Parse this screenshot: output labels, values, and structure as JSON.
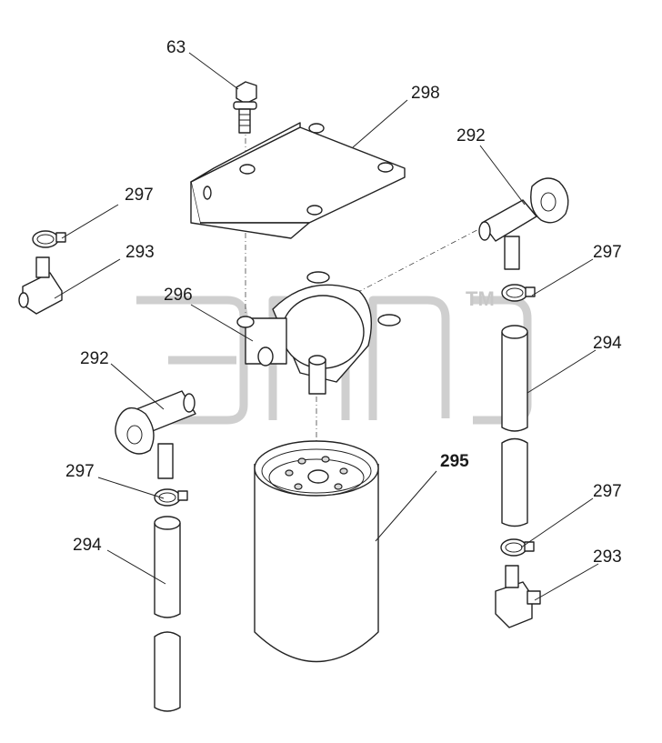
{
  "diagram": {
    "callouts": [
      {
        "id": "63",
        "label": "63"
      },
      {
        "id": "298",
        "label": "298"
      },
      {
        "id": "292a",
        "label": "292"
      },
      {
        "id": "297a",
        "label": "297"
      },
      {
        "id": "293a",
        "label": "293"
      },
      {
        "id": "296",
        "label": "296"
      },
      {
        "id": "297b",
        "label": "297"
      },
      {
        "id": "294a",
        "label": "294"
      },
      {
        "id": "292b",
        "label": "292"
      },
      {
        "id": "297c",
        "label": "297"
      },
      {
        "id": "294b",
        "label": "294"
      },
      {
        "id": "295",
        "label": "295"
      },
      {
        "id": "297d",
        "label": "297"
      },
      {
        "id": "293b",
        "label": "293"
      }
    ],
    "watermark": {
      "mark": "ТМ",
      "text": "ЭПСЭ"
    }
  }
}
